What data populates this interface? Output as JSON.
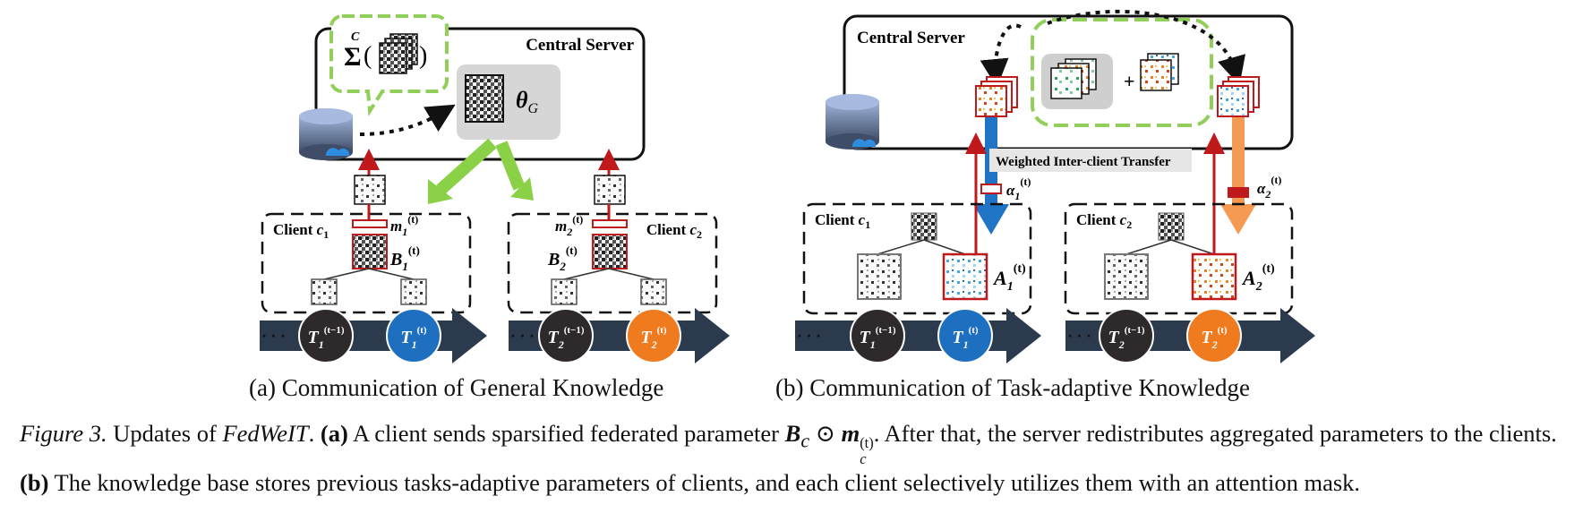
{
  "panel_a": {
    "server_label": "Central Server",
    "sum_symbol": "Σ",
    "sum_superscript": "C",
    "theta": "θ",
    "theta_sub": "G",
    "client1": {
      "label": "Client",
      "var": "c",
      "sub": "1",
      "mask": "m",
      "mask_sub": "1",
      "base": "B",
      "base_sub": "1",
      "sup": "(t)",
      "task_prev": "T",
      "task_prev_sub": "1",
      "task_prev_sup": "(t−1)",
      "task_cur": "T",
      "task_cur_sub": "1",
      "task_cur_sup": "(t)"
    },
    "client2": {
      "label": "Client",
      "var": "c",
      "sub": "2",
      "mask": "m",
      "mask_sub": "2",
      "base": "B",
      "base_sub": "2",
      "sup": "(t)",
      "task_prev": "T",
      "task_prev_sub": "2",
      "task_prev_sup": "(t−1)",
      "task_cur": "T",
      "task_cur_sub": "2",
      "task_cur_sup": "(t)"
    },
    "ellipsis": "· · ·",
    "caption": "(a) Communication of General Knowledge"
  },
  "panel_b": {
    "server_label": "Central Server",
    "transfer_label": "Weighted Inter-client Transfer",
    "plus": "+",
    "client1": {
      "label": "Client",
      "var": "c",
      "sub": "1",
      "alpha": "α",
      "alpha_sub": "1",
      "adapt": "A",
      "adapt_sub": "1",
      "sup": "(t)",
      "task_prev": "T",
      "task_prev_sub": "1",
      "task_prev_sup": "(t−1)",
      "task_cur": "T",
      "task_cur_sub": "1",
      "task_cur_sup": "(t)"
    },
    "client2": {
      "label": "Client",
      "var": "c",
      "sub": "2",
      "alpha": "α",
      "alpha_sub": "2",
      "adapt": "A",
      "adapt_sub": "2",
      "sup": "(t)",
      "task_prev": "T",
      "task_prev_sub": "2",
      "task_prev_sup": "(t−1)",
      "task_cur": "T",
      "task_cur_sub": "2",
      "task_cur_sup": "(t)"
    },
    "ellipsis": "· · ·",
    "caption": "(b) Communication of Task-adaptive Knowledge"
  },
  "caption": {
    "figure_label": "Figure 3.",
    "t1": " Updates of ",
    "method": "FedWeIT",
    "t2": ". ",
    "a_label": "(a)",
    "t3": " A client sends sparsified federated parameter ",
    "B": "B",
    "B_sub": "c",
    "odot": " ⊙ ",
    "m": "m",
    "m_sub": "c",
    "m_sup": "(t)",
    "t4": ". After that, the server redistributes aggregated parameters to the clients. ",
    "b_label": "(b)",
    "t5": " The knowledge base stores previous tasks-adaptive parameters of clients, and each client selectively utilizes them with an attention mask."
  },
  "colors": {
    "task_prev": "#2e2a2b",
    "task_cur_a": "#1f6fc0",
    "task_cur_b": "#f07a1e",
    "track": "#2b3a4d",
    "green_arrow": "#8bd147",
    "blue_arrow": "#1f74c6",
    "orange_arrow": "#f59a52",
    "red": "#c0191b",
    "green_dashed": "#92cf5a"
  }
}
